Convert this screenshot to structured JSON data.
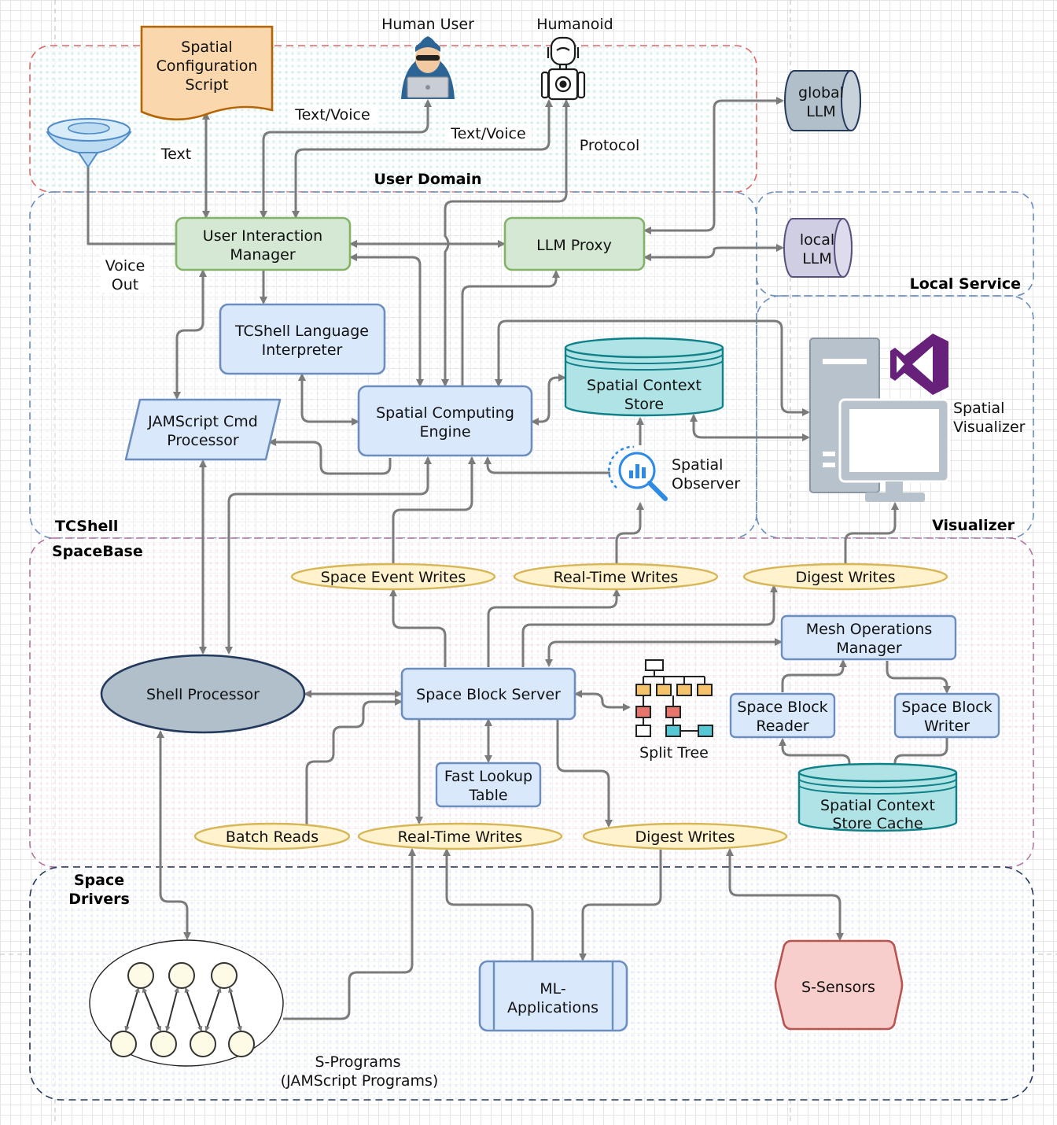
{
  "zones": {
    "user_domain": "User Domain",
    "tcshell": "TCShell",
    "local_service": "Local Service",
    "visualizer": "Visualizer",
    "spacebase": "SpaceBase",
    "space_drivers_l1": "Space",
    "space_drivers_l2": "Drivers"
  },
  "actors": {
    "human_user": "Human User",
    "humanoid": "Humanoid"
  },
  "nodes": {
    "spatial_config_l1": "Spatial",
    "spatial_config_l2": "Configuration",
    "spatial_config_l3": "Script",
    "global_llm_l1": "global",
    "global_llm_l2": "LLM",
    "local_llm_l1": "local",
    "local_llm_l2": "LLM",
    "uim_l1": "User Interaction",
    "uim_l2": "Manager",
    "llm_proxy": "LLM Proxy",
    "tli_l1": "TCShell Language",
    "tli_l2": "Interpreter",
    "jam_l1": "JAMScript Cmd",
    "jam_l2": "Processor",
    "sce_l1": "Spatial Computing",
    "sce_l2": "Engine",
    "scs_l1": "Spatial Context",
    "scs_l2": "Store",
    "observer_l1": "Spatial",
    "observer_l2": "Observer",
    "visualizer_l1": "Spatial",
    "visualizer_l2": "Visualizer",
    "shell_processor": "Shell Processor",
    "space_block_server": "Space Block Server",
    "mesh_l1": "Mesh Operations",
    "mesh_l2": "Manager",
    "reader_l1": "Space Block",
    "reader_l2": "Reader",
    "writer_l1": "Space Block",
    "writer_l2": "Writer",
    "split_tree": "Split Tree",
    "flt_l1": "Fast Lookup",
    "flt_l2": "Table",
    "cache_l1": "Spatial Context",
    "cache_l2": "Store Cache",
    "ml_l1": "ML-",
    "ml_l2": "Applications",
    "sensors": "S-Sensors",
    "sprog_l1": "S-Programs",
    "sprog_l2": "(JAMScript Programs)"
  },
  "streams": {
    "space_event_writes": "Space Event Writes",
    "rt_writes_top": "Real-Time Writes",
    "digest_writes_top": "Digest Writes",
    "batch_reads": "Batch Reads",
    "rt_writes_bottom": "Real-Time Writes",
    "digest_writes_bottom": "Digest Writes"
  },
  "edge_labels": {
    "text_voice_1": "Text/Voice",
    "text_voice_2": "Text/Voice",
    "text": "Text",
    "protocol": "Protocol",
    "voice_out_l1": "Voice",
    "voice_out_l2": "Out"
  },
  "colors": {
    "blue_fill": "#dae8fc",
    "blue_stroke": "#6c8ebf",
    "green_fill": "#d5e8d4",
    "green_stroke": "#82b366",
    "teal_fill": "#b0e3e6",
    "teal_stroke": "#0e8088",
    "yellow_fill": "#fff2cc",
    "yellow_stroke": "#d6b656",
    "purple_fill": "#d0cee2",
    "purple_stroke": "#56517e",
    "red_fill": "#f8cecc",
    "red_stroke": "#b85450",
    "orange_fill": "#fad7ac",
    "orange_stroke": "#b46504",
    "edge": "#7b7b7b"
  }
}
